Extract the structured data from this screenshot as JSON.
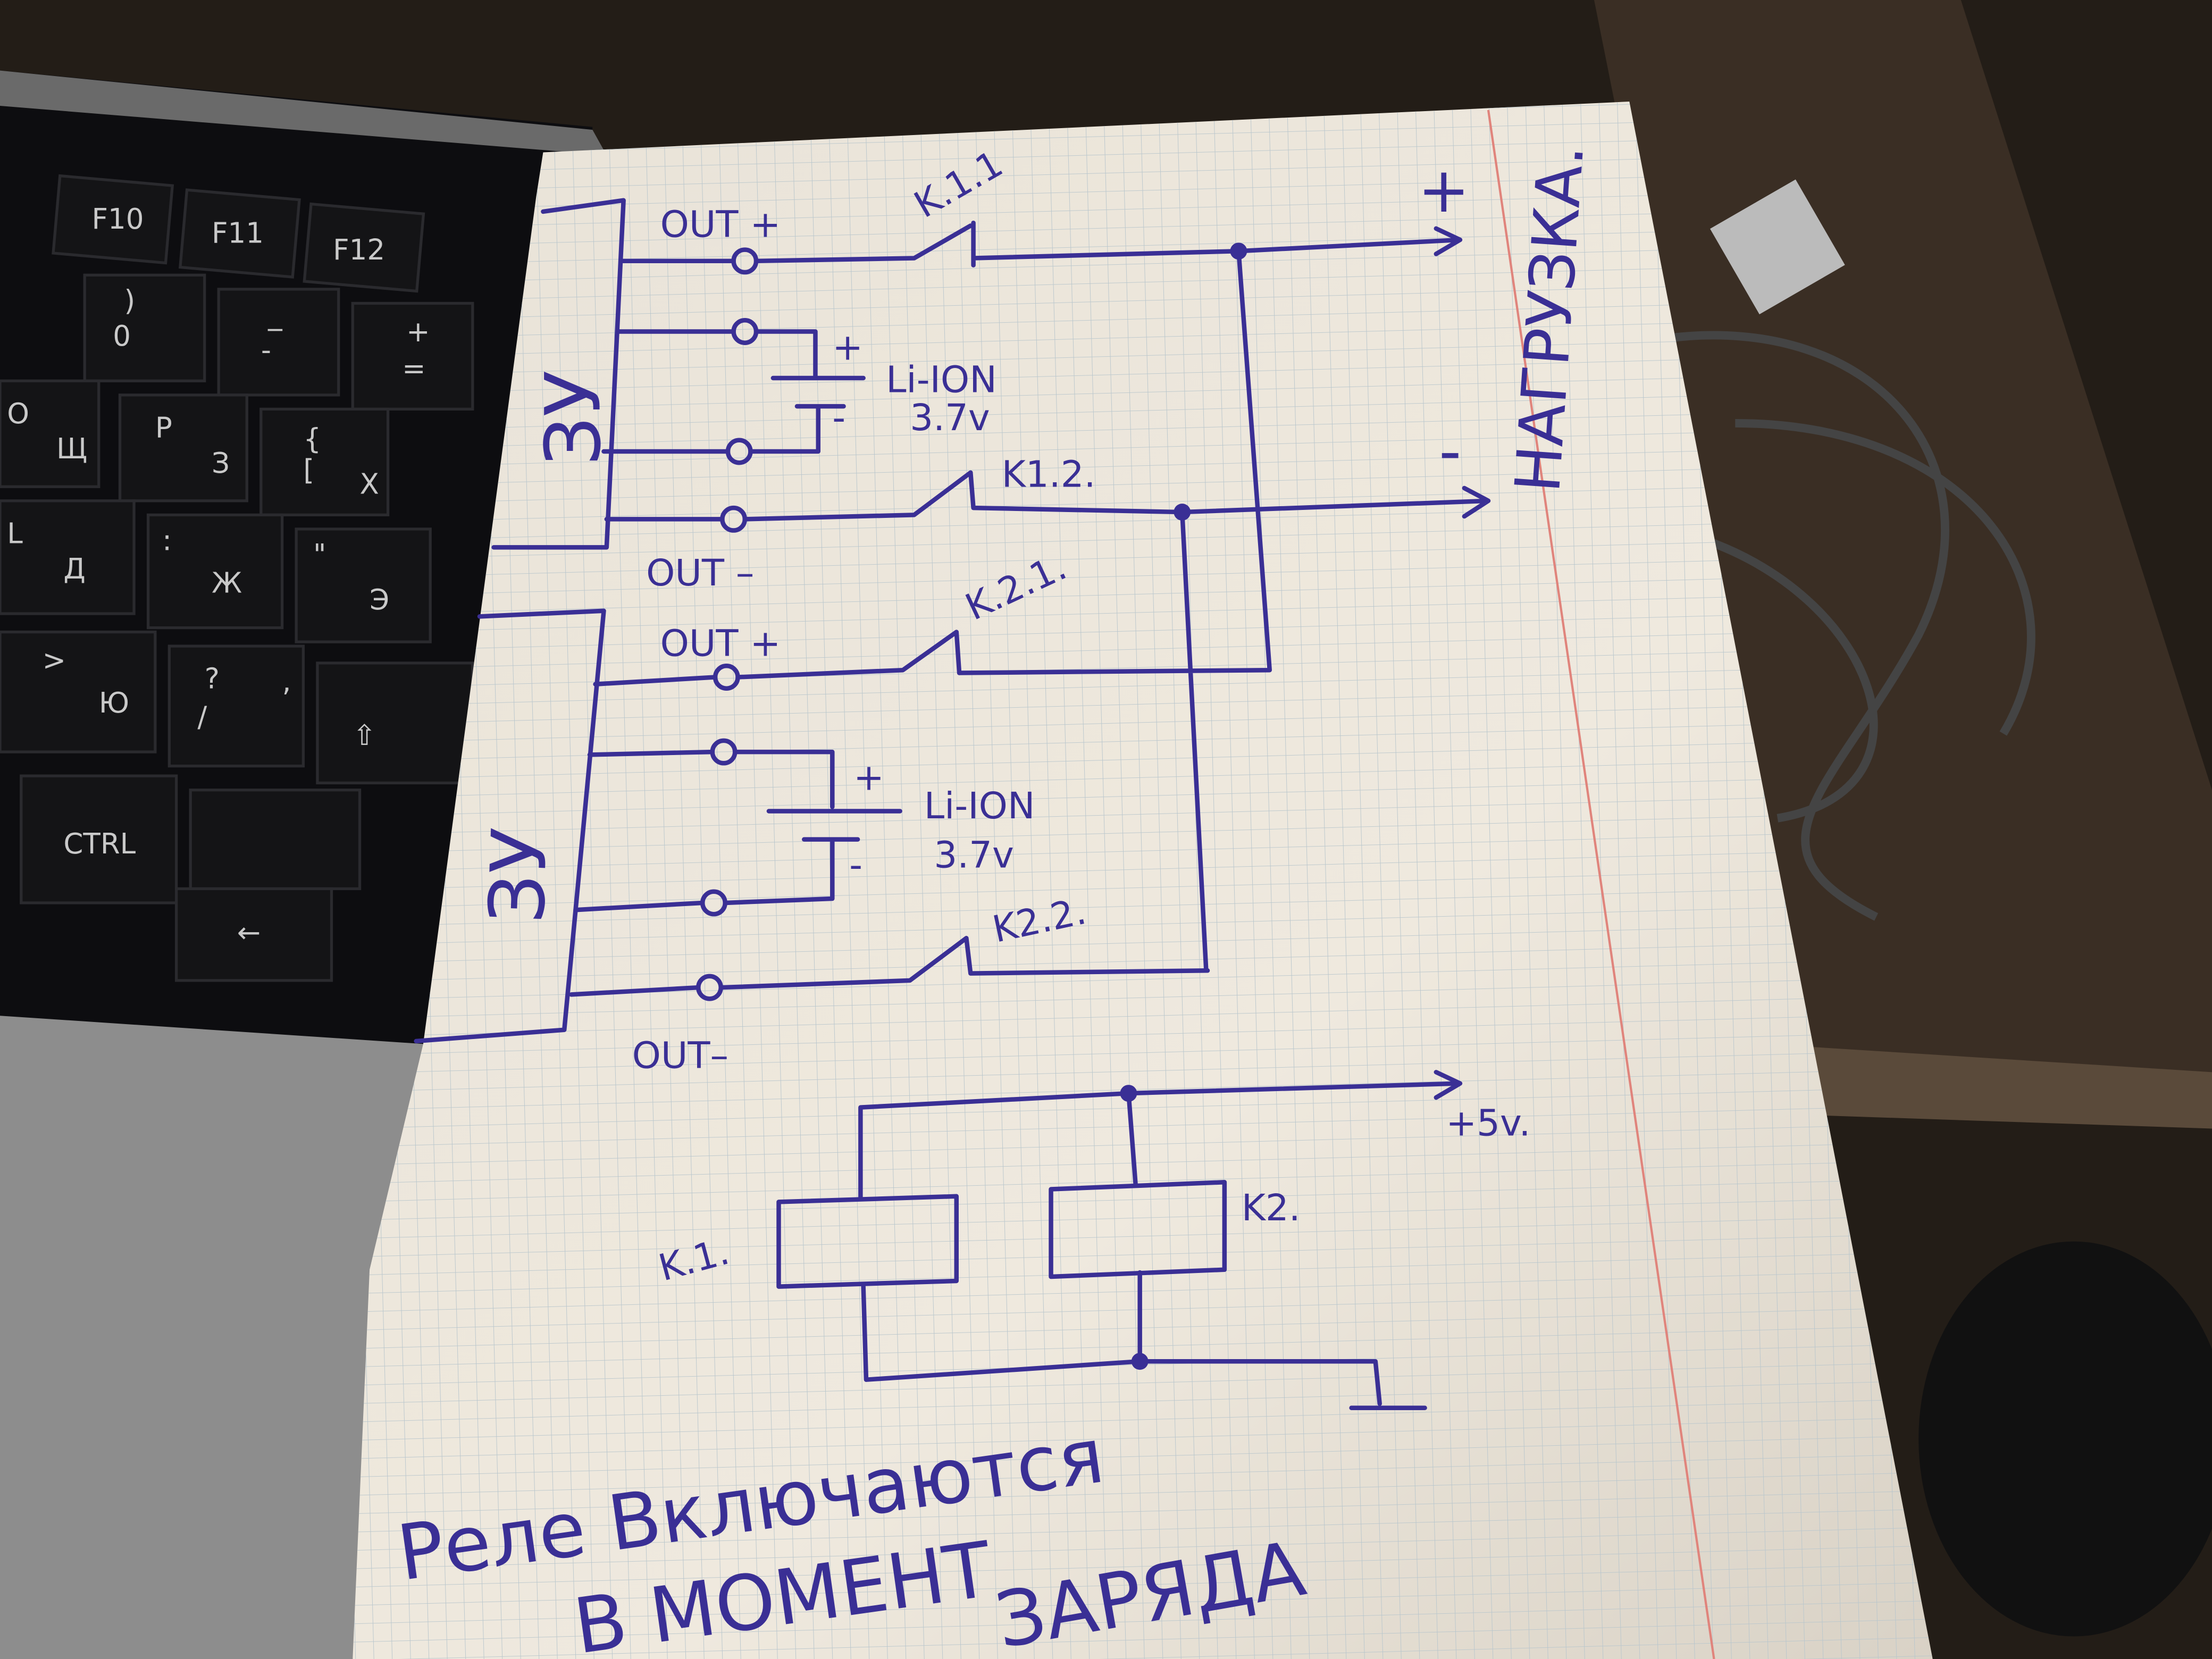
{
  "keyboard": {
    "keys": [
      "F10",
      "F11",
      "F12",
      ")",
      "0",
      "_",
      "-",
      "+",
      "=",
      "О",
      "Щ",
      "Р",
      "З",
      "{",
      "[",
      "Х",
      "L",
      "Д",
      ":",
      "Ж",
      "\"",
      "Э",
      ">",
      "Ю",
      "?",
      "/",
      ",",
      "⇧",
      "CTRL",
      "←"
    ]
  },
  "diagram": {
    "charger_label": "ЗУ",
    "unit1": {
      "out_plus": "OUT +",
      "switch_plus": "K.1.1",
      "battery_plus": "+",
      "battery_minus": "-",
      "battery_type": "Li-ION",
      "battery_voltage": "3.7v",
      "switch_minus": "K1.2.",
      "out_minus": "OUT –"
    },
    "unit2": {
      "out_plus": "OUT +",
      "switch_plus": "K.2.1.",
      "battery_plus": "+",
      "battery_minus": "-",
      "battery_type": "Li-ION",
      "battery_voltage": "3.7v",
      "switch_minus": "K2.2.",
      "out_minus": "OUT–"
    },
    "load_plus": "+",
    "load_minus": "-",
    "load_label": "НАГРУЗКА.",
    "supply_label": "+5v.",
    "relay1": "K.1.",
    "relay2": "K2.",
    "note_line1": "Реле Включаются",
    "note_line2": "В МОМЕНТ",
    "note_line3": "ЗАРЯДА"
  },
  "colors": {
    "ink": "#3a2f95",
    "paper": "#ece6dc",
    "margin": "#e0847c"
  }
}
